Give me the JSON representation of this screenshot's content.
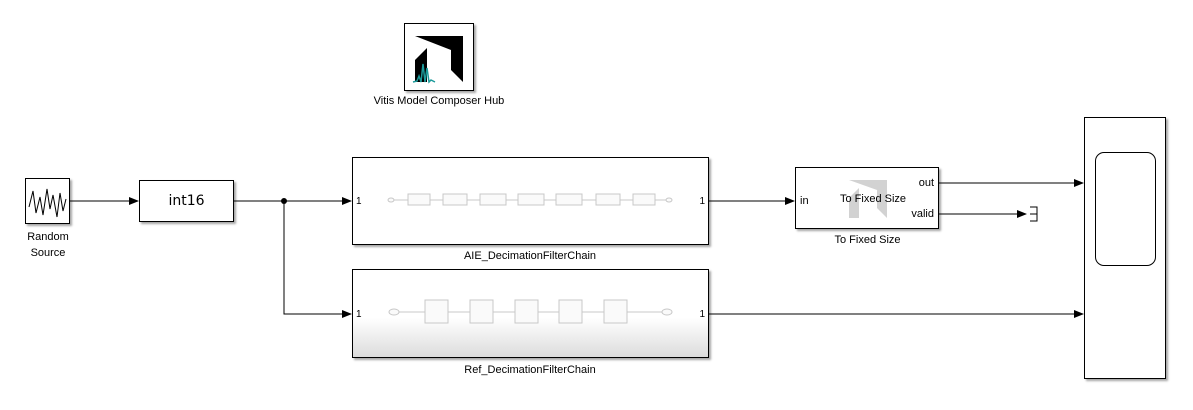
{
  "hub": {
    "label": "Vitis Model Composer Hub"
  },
  "random_source": {
    "label_line1": "Random",
    "label_line2": "Source"
  },
  "convert_block": {
    "text": "int16"
  },
  "aie_chain": {
    "label": "AIE_DecimationFilterChain",
    "in_port": "1",
    "out_port": "1"
  },
  "ref_chain": {
    "label": "Ref_DecimationFilterChain",
    "in_port": "1",
    "out_port": "1"
  },
  "fixed_size": {
    "center_text": "To Fixed Size",
    "label": "To Fixed Size",
    "in_port": "in",
    "out_port": "out",
    "valid_port": "valid"
  },
  "colors": {
    "line": "#000000",
    "logo_teal": "#1a9a9a",
    "block_border": "#000000"
  }
}
